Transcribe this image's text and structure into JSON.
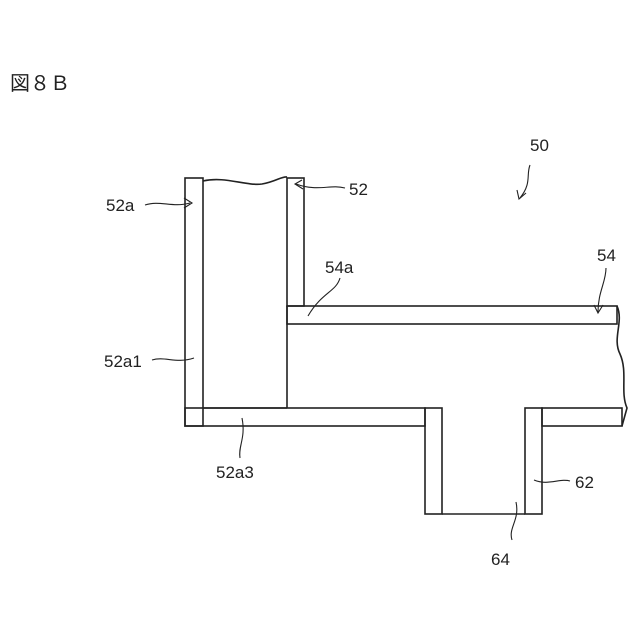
{
  "figure_label": "図８Ｂ",
  "labels": {
    "assembly": "50",
    "pipe_52": "52",
    "wall_52a": "52a",
    "wall_52a1": "52a1",
    "wall_52a3": "52a3",
    "pipe_54": "54",
    "wall_54a": "54a",
    "pipe_62": "62",
    "bore_64": "64"
  }
}
